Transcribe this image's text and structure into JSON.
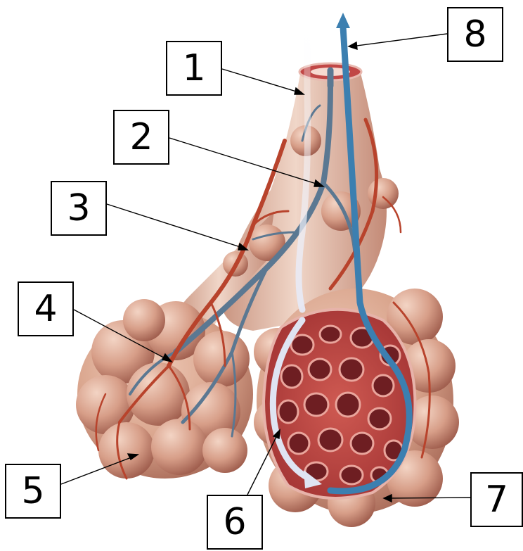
{
  "labels": [
    "1",
    "2",
    "3",
    "4",
    "5",
    "6",
    "7",
    "8"
  ],
  "colors": {
    "tissue": "#d9a48c",
    "tissue_dark": "#b97a66",
    "artery": "#b8432c",
    "vein": "#5b7892",
    "cut_surface": "#b33a3a",
    "deoxygenated_arrow": "#dfe4f2",
    "oxygenated_arrow": "#3c7fb0"
  },
  "icons": [
    "alveolar-sac-illustration",
    "arrow-up-icon"
  ]
}
